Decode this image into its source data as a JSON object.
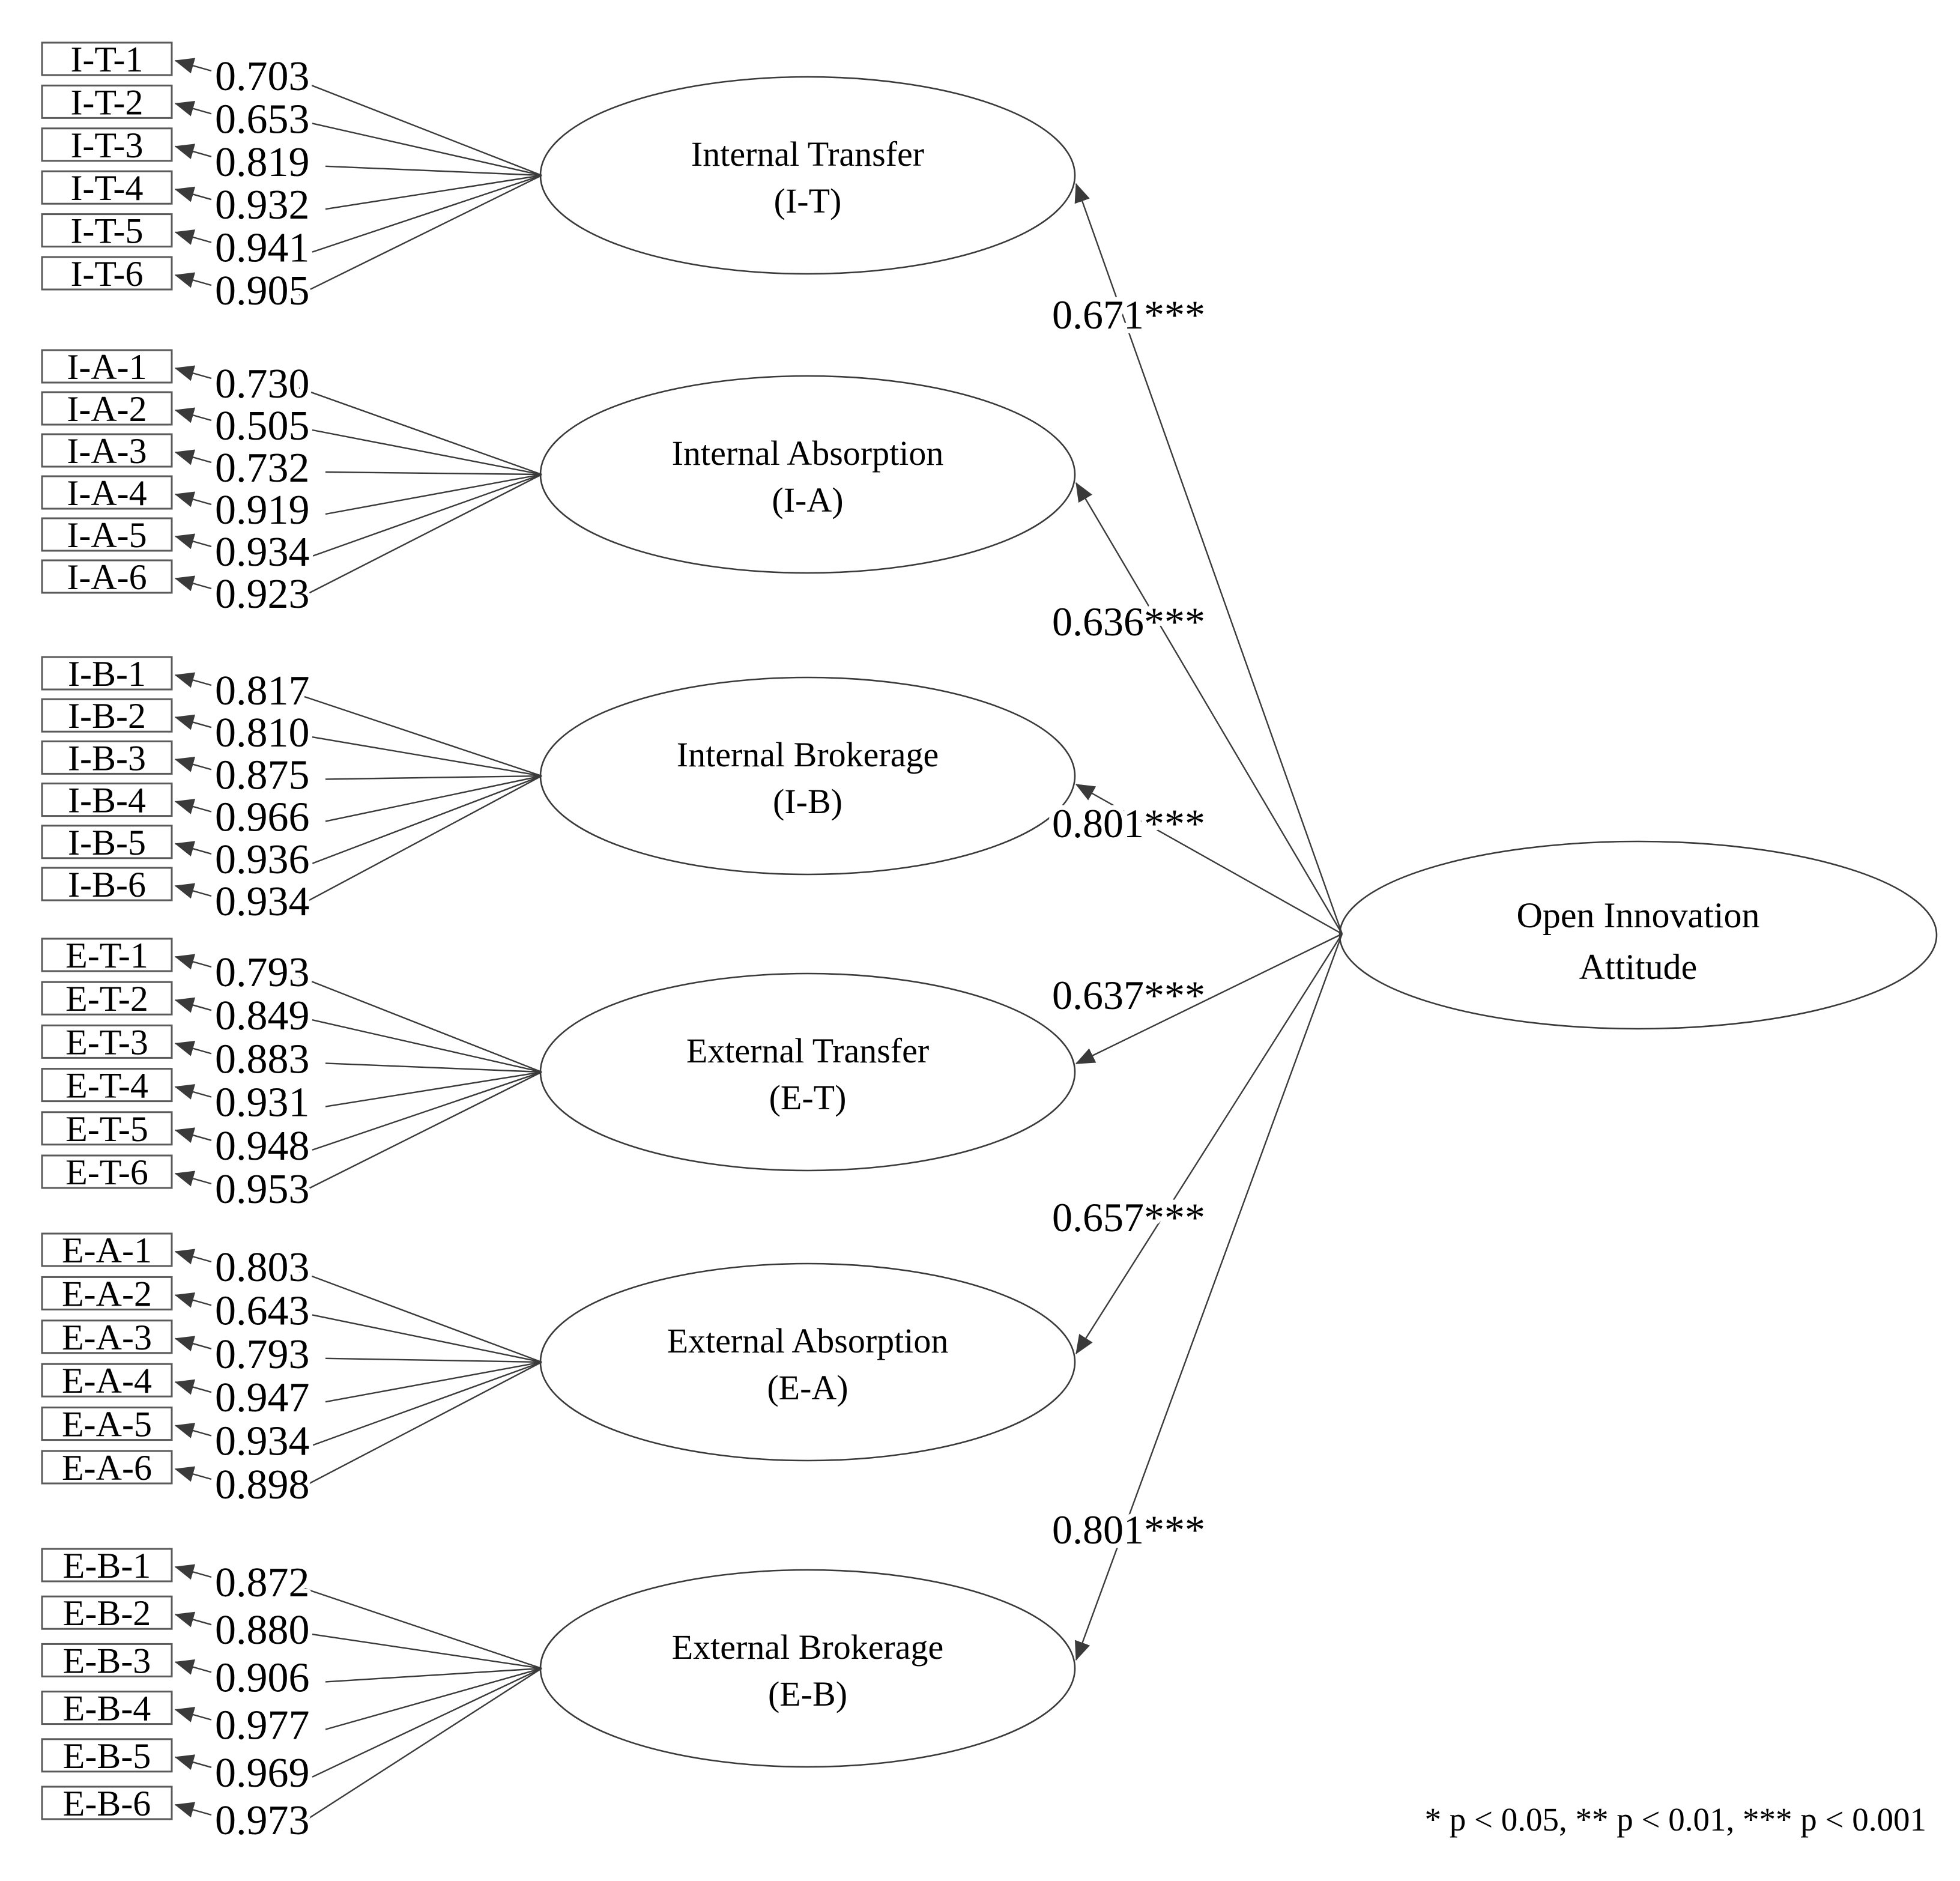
{
  "figure": {
    "type": "sem-path-diagram",
    "footnote": "* p < 0.05, ** p < 0.01, *** p < 0.001"
  },
  "outcome": {
    "name_line1": "Open Innovation",
    "name_line2": "Attitude"
  },
  "factors": [
    {
      "id": "I-T",
      "name_line1": "Internal Transfer",
      "name_line2": "(I-T)",
      "path_coefficient": "0.671***",
      "indicators": [
        {
          "label": "I-T-1",
          "loading": "0.703"
        },
        {
          "label": "I-T-2",
          "loading": "0.653"
        },
        {
          "label": "I-T-3",
          "loading": "0.819"
        },
        {
          "label": "I-T-4",
          "loading": "0.932"
        },
        {
          "label": "I-T-5",
          "loading": "0.941"
        },
        {
          "label": "I-T-6",
          "loading": "0.905"
        }
      ]
    },
    {
      "id": "I-A",
      "name_line1": "Internal Absorption",
      "name_line2": "(I-A)",
      "path_coefficient": "0.636***",
      "indicators": [
        {
          "label": "I-A-1",
          "loading": "0.730"
        },
        {
          "label": "I-A-2",
          "loading": "0.505"
        },
        {
          "label": "I-A-3",
          "loading": "0.732"
        },
        {
          "label": "I-A-4",
          "loading": "0.919"
        },
        {
          "label": "I-A-5",
          "loading": "0.934"
        },
        {
          "label": "I-A-6",
          "loading": "0.923"
        }
      ]
    },
    {
      "id": "I-B",
      "name_line1": "Internal Brokerage",
      "name_line2": "(I-B)",
      "path_coefficient": "0.801***",
      "indicators": [
        {
          "label": "I-B-1",
          "loading": "0.817"
        },
        {
          "label": "I-B-2",
          "loading": "0.810"
        },
        {
          "label": "I-B-3",
          "loading": "0.875"
        },
        {
          "label": "I-B-4",
          "loading": "0.966"
        },
        {
          "label": "I-B-5",
          "loading": "0.936"
        },
        {
          "label": "I-B-6",
          "loading": "0.934"
        }
      ]
    },
    {
      "id": "E-T",
      "name_line1": "External Transfer",
      "name_line2": "(E-T)",
      "path_coefficient": "0.637***",
      "indicators": [
        {
          "label": "E-T-1",
          "loading": "0.793"
        },
        {
          "label": "E-T-2",
          "loading": "0.849"
        },
        {
          "label": "E-T-3",
          "loading": "0.883"
        },
        {
          "label": "E-T-4",
          "loading": "0.931"
        },
        {
          "label": "E-T-5",
          "loading": "0.948"
        },
        {
          "label": "E-T-6",
          "loading": "0.953"
        }
      ]
    },
    {
      "id": "E-A",
      "name_line1": "External Absorption",
      "name_line2": "(E-A)",
      "path_coefficient": "0.657***",
      "indicators": [
        {
          "label": "E-A-1",
          "loading": "0.803"
        },
        {
          "label": "E-A-2",
          "loading": "0.643"
        },
        {
          "label": "E-A-3",
          "loading": "0.793"
        },
        {
          "label": "E-A-4",
          "loading": "0.947"
        },
        {
          "label": "E-A-5",
          "loading": "0.934"
        },
        {
          "label": "E-A-6",
          "loading": "0.898"
        }
      ]
    },
    {
      "id": "E-B",
      "name_line1": "External Brokerage",
      "name_line2": "(E-B)",
      "path_coefficient": "0.801***",
      "indicators": [
        {
          "label": "E-B-1",
          "loading": "0.872"
        },
        {
          "label": "E-B-2",
          "loading": "0.880"
        },
        {
          "label": "E-B-3",
          "loading": "0.906"
        },
        {
          "label": "E-B-4",
          "loading": "0.977"
        },
        {
          "label": "E-B-5",
          "loading": "0.969"
        },
        {
          "label": "E-B-6",
          "loading": "0.973"
        }
      ]
    }
  ],
  "colors": {
    "background": "#ffffff",
    "line": "#3a3a3a",
    "box_border": "#5a5a5a",
    "text": "#000000"
  }
}
